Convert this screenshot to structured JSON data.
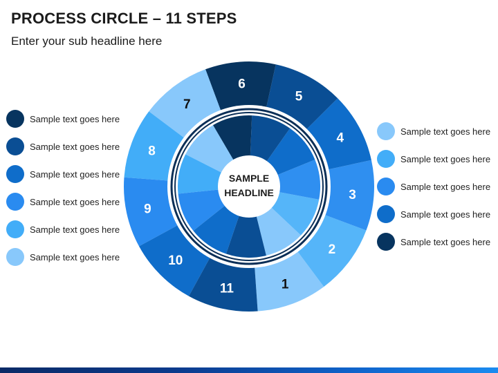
{
  "header": {
    "title": "PROCESS CIRCLE – 11 STEPS",
    "subtitle": "Enter your sub headline here"
  },
  "center": {
    "line1": "SAMPLE",
    "line2": "HEADLINE"
  },
  "steps": [
    {
      "label": "1",
      "color": "#88c8fb"
    },
    {
      "label": "2",
      "color": "#55b5f9"
    },
    {
      "label": "3",
      "color": "#2f8ff0"
    },
    {
      "label": "4",
      "color": "#0f6dca"
    },
    {
      "label": "5",
      "color": "#0a4e94"
    },
    {
      "label": "6",
      "color": "#07345f"
    },
    {
      "label": "7",
      "color": "#88c8fb"
    },
    {
      "label": "8",
      "color": "#42adf8"
    },
    {
      "label": "9",
      "color": "#2a8bf0"
    },
    {
      "label": "10",
      "color": "#0f6dca"
    },
    {
      "label": "11",
      "color": "#0a4e94"
    }
  ],
  "legend_left": [
    {
      "text": "Sample text goes here",
      "color": "#07345f"
    },
    {
      "text": "Sample text goes here",
      "color": "#0a4e94"
    },
    {
      "text": "Sample text goes here",
      "color": "#0f6dca"
    },
    {
      "text": "Sample text goes here",
      "color": "#2a8bf0"
    },
    {
      "text": "Sample text goes here",
      "color": "#42adf8"
    },
    {
      "text": "Sample text goes here",
      "color": "#88c8fb"
    }
  ],
  "legend_right": [
    {
      "text": "Sample text goes here",
      "color": "#88c8fb"
    },
    {
      "text": "Sample text goes here",
      "color": "#42adf8"
    },
    {
      "text": "Sample text goes here",
      "color": "#2a8bf0"
    },
    {
      "text": "Sample text goes here",
      "color": "#0f6dca"
    },
    {
      "text": "Sample text goes here",
      "color": "#07345f"
    }
  ]
}
